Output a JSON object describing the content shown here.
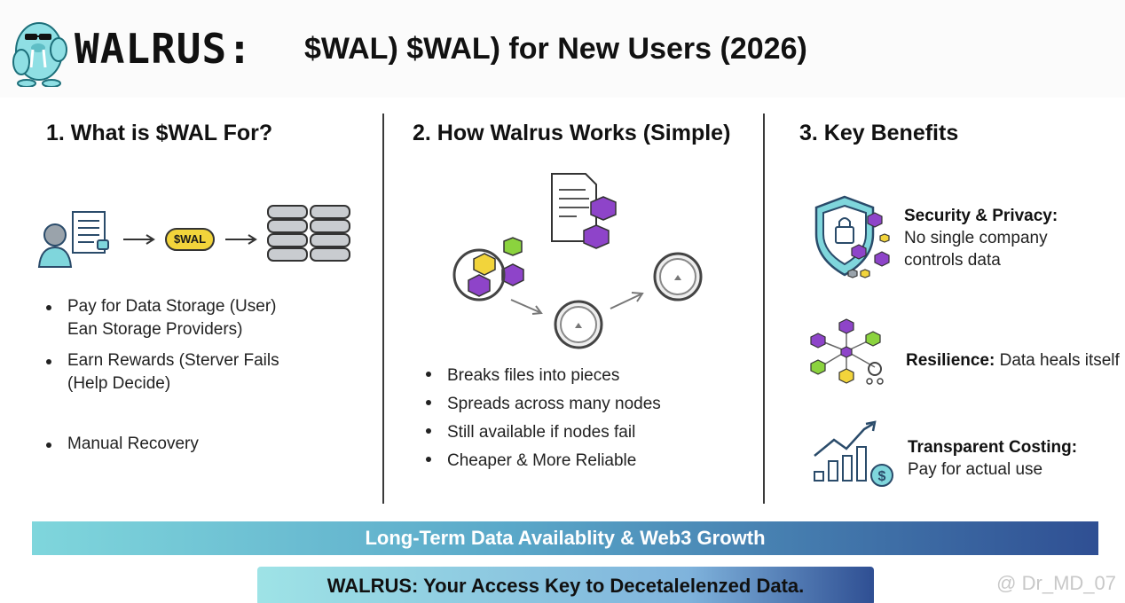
{
  "header": {
    "brand": "WALRUS:",
    "title": "$WAL) $WAL) for New Users (2026)"
  },
  "col1": {
    "title": "1. What is $WAL For?",
    "token_badge": "$WAL",
    "bullets": [
      "Pay for Data Storage (User)",
      "Ean Storage Providers)",
      "Earn Rewards (Sterver Fails",
      "(Help Decide)",
      "Manual Recovery"
    ]
  },
  "col2": {
    "title": "2. How Walrus Works (Simple)",
    "bullets": [
      "Breaks files into pieces",
      "Spreads across many nodes",
      "Still available if nodes fail",
      "Cheaper & More Reliable"
    ]
  },
  "col3": {
    "title": "3. Key Benefits",
    "benefits": [
      {
        "label": "Security & Privacy:",
        "text1": "No single company",
        "text2": "controls data"
      },
      {
        "label": "Resilience:",
        "text1": " Data heals itself"
      },
      {
        "label": "Transparent Costing:",
        "text1": "Pay for actual use"
      }
    ]
  },
  "footer": {
    "banner1": "Long-Term Data Availablity & Web3 Growth",
    "banner2_bold": "WALRUS:",
    "banner2_rest": " Your Access Key to Decetalelenzed Data.",
    "watermark": "@ Dr_MD_07"
  },
  "colors": {
    "purple": "#8e44c9",
    "yellow": "#f2d43b",
    "green": "#8bd33e",
    "teal": "#7fd6dc",
    "navy": "#2f4f93"
  }
}
